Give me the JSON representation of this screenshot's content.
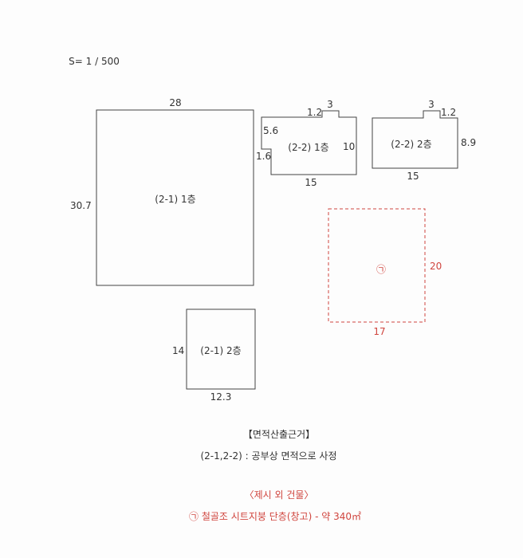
{
  "scale": "S= 1 / 500",
  "buildings": {
    "b21_1": {
      "label": "(2-1) 1층",
      "width": "28",
      "height": "30.7"
    },
    "b21_2": {
      "label": "(2-1) 2층",
      "width": "12.3",
      "height": "14"
    },
    "b22_1": {
      "label": "(2-2) 1층",
      "notch_offset": "1.2",
      "notch_width": "3",
      "left_upper": "5.6",
      "left_step": "1.6",
      "right": "10",
      "bottom": "15"
    },
    "b22_2": {
      "label": "(2-2) 2층",
      "notch_width": "3",
      "notch_offset": "1.2",
      "right": "8.9",
      "bottom": "15"
    },
    "extra": {
      "label": "㉠",
      "height": "20",
      "width": "17"
    }
  },
  "notes": {
    "basis_title": "【면적산출근거】",
    "basis_text": "(2-1,2-2)  : 공부상 면적으로 사정",
    "extra_title": "〈제시 외 건물〉",
    "extra_text": "㉠ 철골조 시트지붕 단층(창고) - 약 340㎡"
  },
  "colors": {
    "line": "#444444",
    "extra": "#d0453e"
  }
}
